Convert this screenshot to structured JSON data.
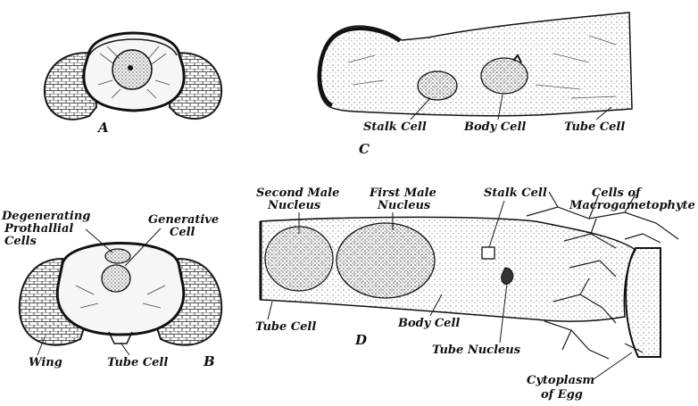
{
  "panels": {
    "a": "A",
    "b": "B",
    "c": "C",
    "d": "D"
  },
  "labels_c": {
    "stalk_cell": "Stalk Cell",
    "body_cell": "Body Cell",
    "tube_cell": "Tube Cell"
  },
  "labels_b": {
    "degenerating_1": "Degenerating",
    "degenerating_2": "Prothallial",
    "degenerating_3": "Cells",
    "generative_1": "Generative",
    "generative_2": "Cell",
    "wing": "Wing",
    "tube_cell": "Tube Cell"
  },
  "labels_d": {
    "second_male_1": "Second Male",
    "second_male_2": "Nucleus",
    "first_male_1": "First Male",
    "first_male_2": "Nucleus",
    "stalk_cell": "Stalk Cell",
    "macro_1": "Cells of",
    "macro_2": "Macrogametophyte",
    "tube_cell": "Tube Cell",
    "body_cell": "Body Cell",
    "tube_nucleus": "Tube Nucleus",
    "cytoplasm_1": "Cytoplasm",
    "cytoplasm_2": "of Egg"
  }
}
